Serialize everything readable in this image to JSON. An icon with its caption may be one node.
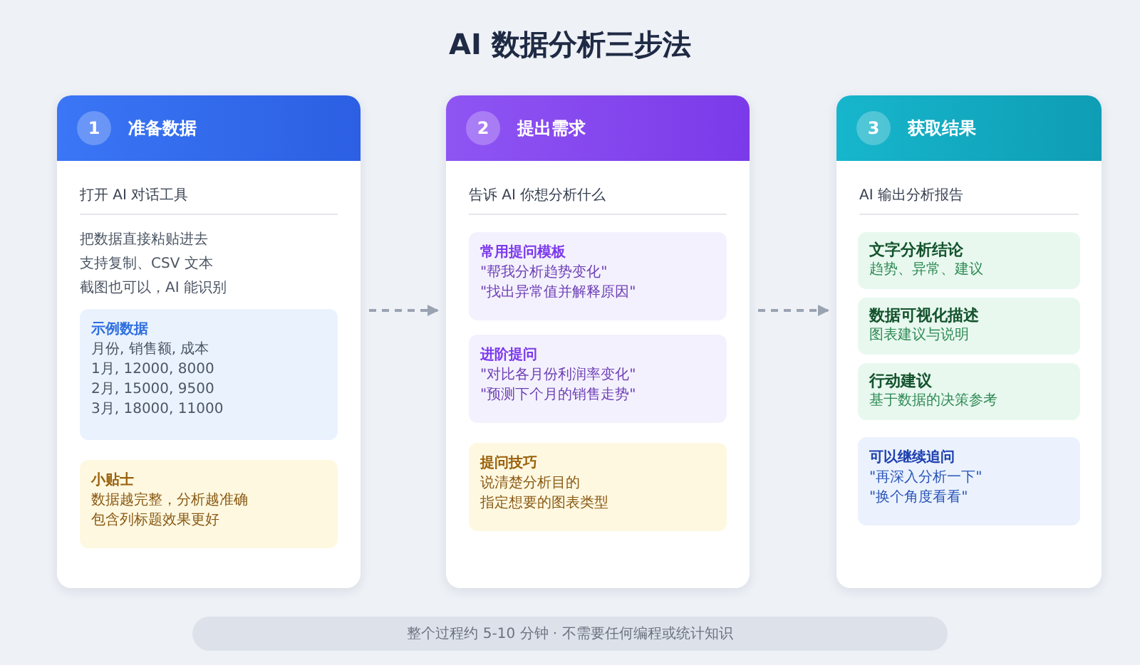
{
  "diagram": {
    "title": "AI 数据分析三步法",
    "nodes": [
      {
        "text": [
          "1",
          "准备数据",
          "打开 AI 对话工具",
          "把数据直接粘贴进去",
          "支持复制、CSV 文本",
          "截图也可以，AI 能识别"
        ]
      },
      {
        "text": [
          "示例数据",
          "月份, 销售额, 成本",
          "1月, 12000, 8000",
          "2月, 15000, 9500",
          "3月, 18000, 11000"
        ],
        "in": 0
      },
      {
        "text": [
          "小贴士",
          "数据越完整，分析越准确",
          "包含列标题效果更好"
        ],
        "in": 0
      },
      {
        "text": [
          "2",
          "提出需求",
          "告诉 AI 你想分析什么"
        ]
      },
      {
        "text": [
          "常用提问模板",
          "\"帮我分析趋势变化\"",
          "\"找出异常值并解释原因\""
        ],
        "in": 3
      },
      {
        "text": [
          "进阶提问",
          "\"对比各月份利润率变化\"",
          "\"预测下个月的销售走势\""
        ],
        "in": 3
      },
      {
        "text": [
          "提问技巧",
          "说清楚分析目的",
          "指定想要的图表类型"
        ],
        "in": 3
      },
      {
        "text": [
          "3",
          "获取结果",
          "AI 输出分析报告"
        ]
      },
      {
        "text": [
          "文字分析结论",
          "趋势、异常、建议"
        ],
        "in": 7
      },
      {
        "text": [
          "数据可视化描述",
          "图表建议与说明"
        ],
        "in": 7
      },
      {
        "text": [
          "行动建议",
          "基于数据的决策参考"
        ],
        "in": 7
      },
      {
        "text": [
          "可以继续追问",
          "\"再深入分析一下\"",
          "\"换个角度看看\""
        ],
        "in": 7
      }
    ],
    "edges": [
      {
        "from": 0,
        "to": 3,
        "arrow": "to",
        "style": "dashed"
      },
      {
        "from": 3,
        "to": 7,
        "arrow": "to",
        "style": "dashed"
      }
    ],
    "labels": [
      "整个过程约 5-10 分钟 · 不需要任何编程或统计知识"
    ]
  }
}
